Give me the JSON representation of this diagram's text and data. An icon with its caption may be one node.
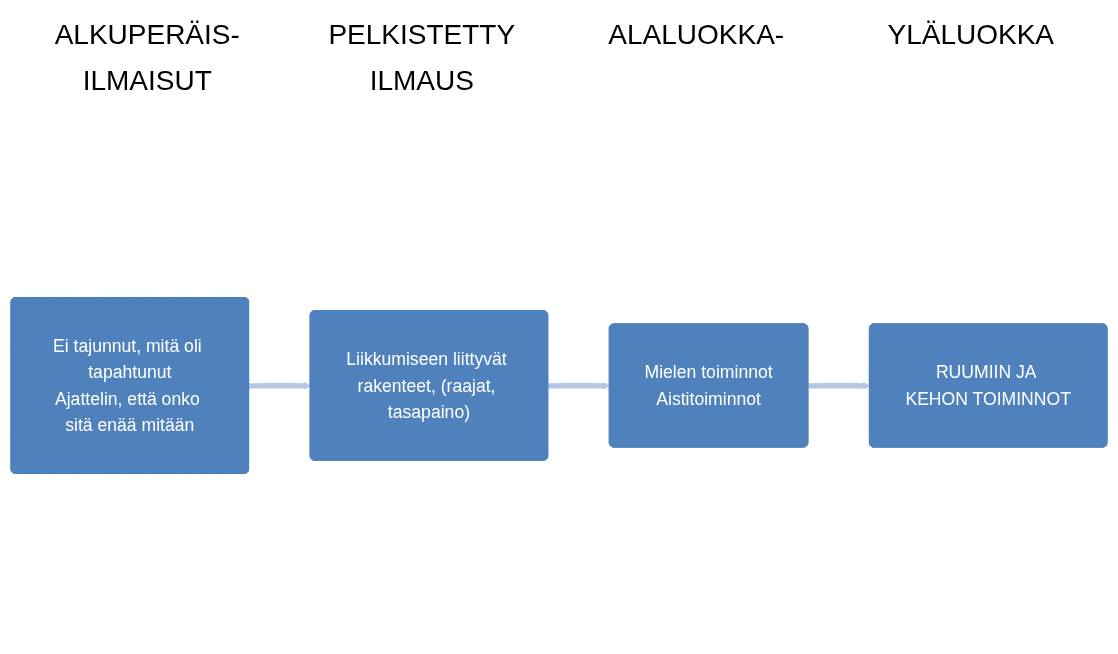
{
  "diagram": {
    "nodes": [
      {
        "text": [
          "Ei tajunnut, mitä oli tapahtunut",
          "Ajattelin, että onko sitä enää mitään"
        ]
      },
      {
        "text": [
          "Liikkumiseen liittyvät rakenteet, (raajat, tasapaino)"
        ]
      },
      {
        "text": [
          "Mielen toiminnot",
          "Aistitoiminnot"
        ]
      },
      {
        "text": [
          "RUUMIIN JA KEHON TOIMINNOT"
        ]
      }
    ],
    "edges": [
      {
        "from": 0,
        "to": 1,
        "arrow": "to"
      },
      {
        "from": 1,
        "to": 2,
        "arrow": "to"
      },
      {
        "from": 2,
        "to": 3,
        "arrow": "to"
      }
    ],
    "labels": [
      "ALKUPERÄIS- ILMAISUT",
      "PELKISTETTY ILMAUS",
      "ALALUOKKA-",
      "YLÄLUOKKA"
    ]
  }
}
